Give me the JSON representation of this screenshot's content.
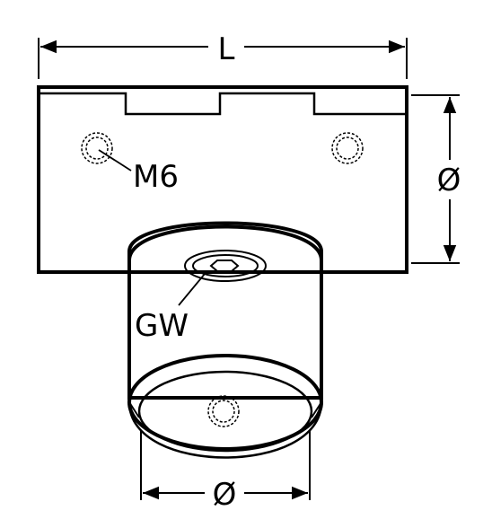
{
  "labels": {
    "length": "L",
    "diameter_right": "Ø",
    "thread": "M6",
    "grub_screw": "GW",
    "diameter_bottom": "Ø"
  },
  "colors": {
    "stroke": "#000000",
    "background": "#ffffff"
  }
}
